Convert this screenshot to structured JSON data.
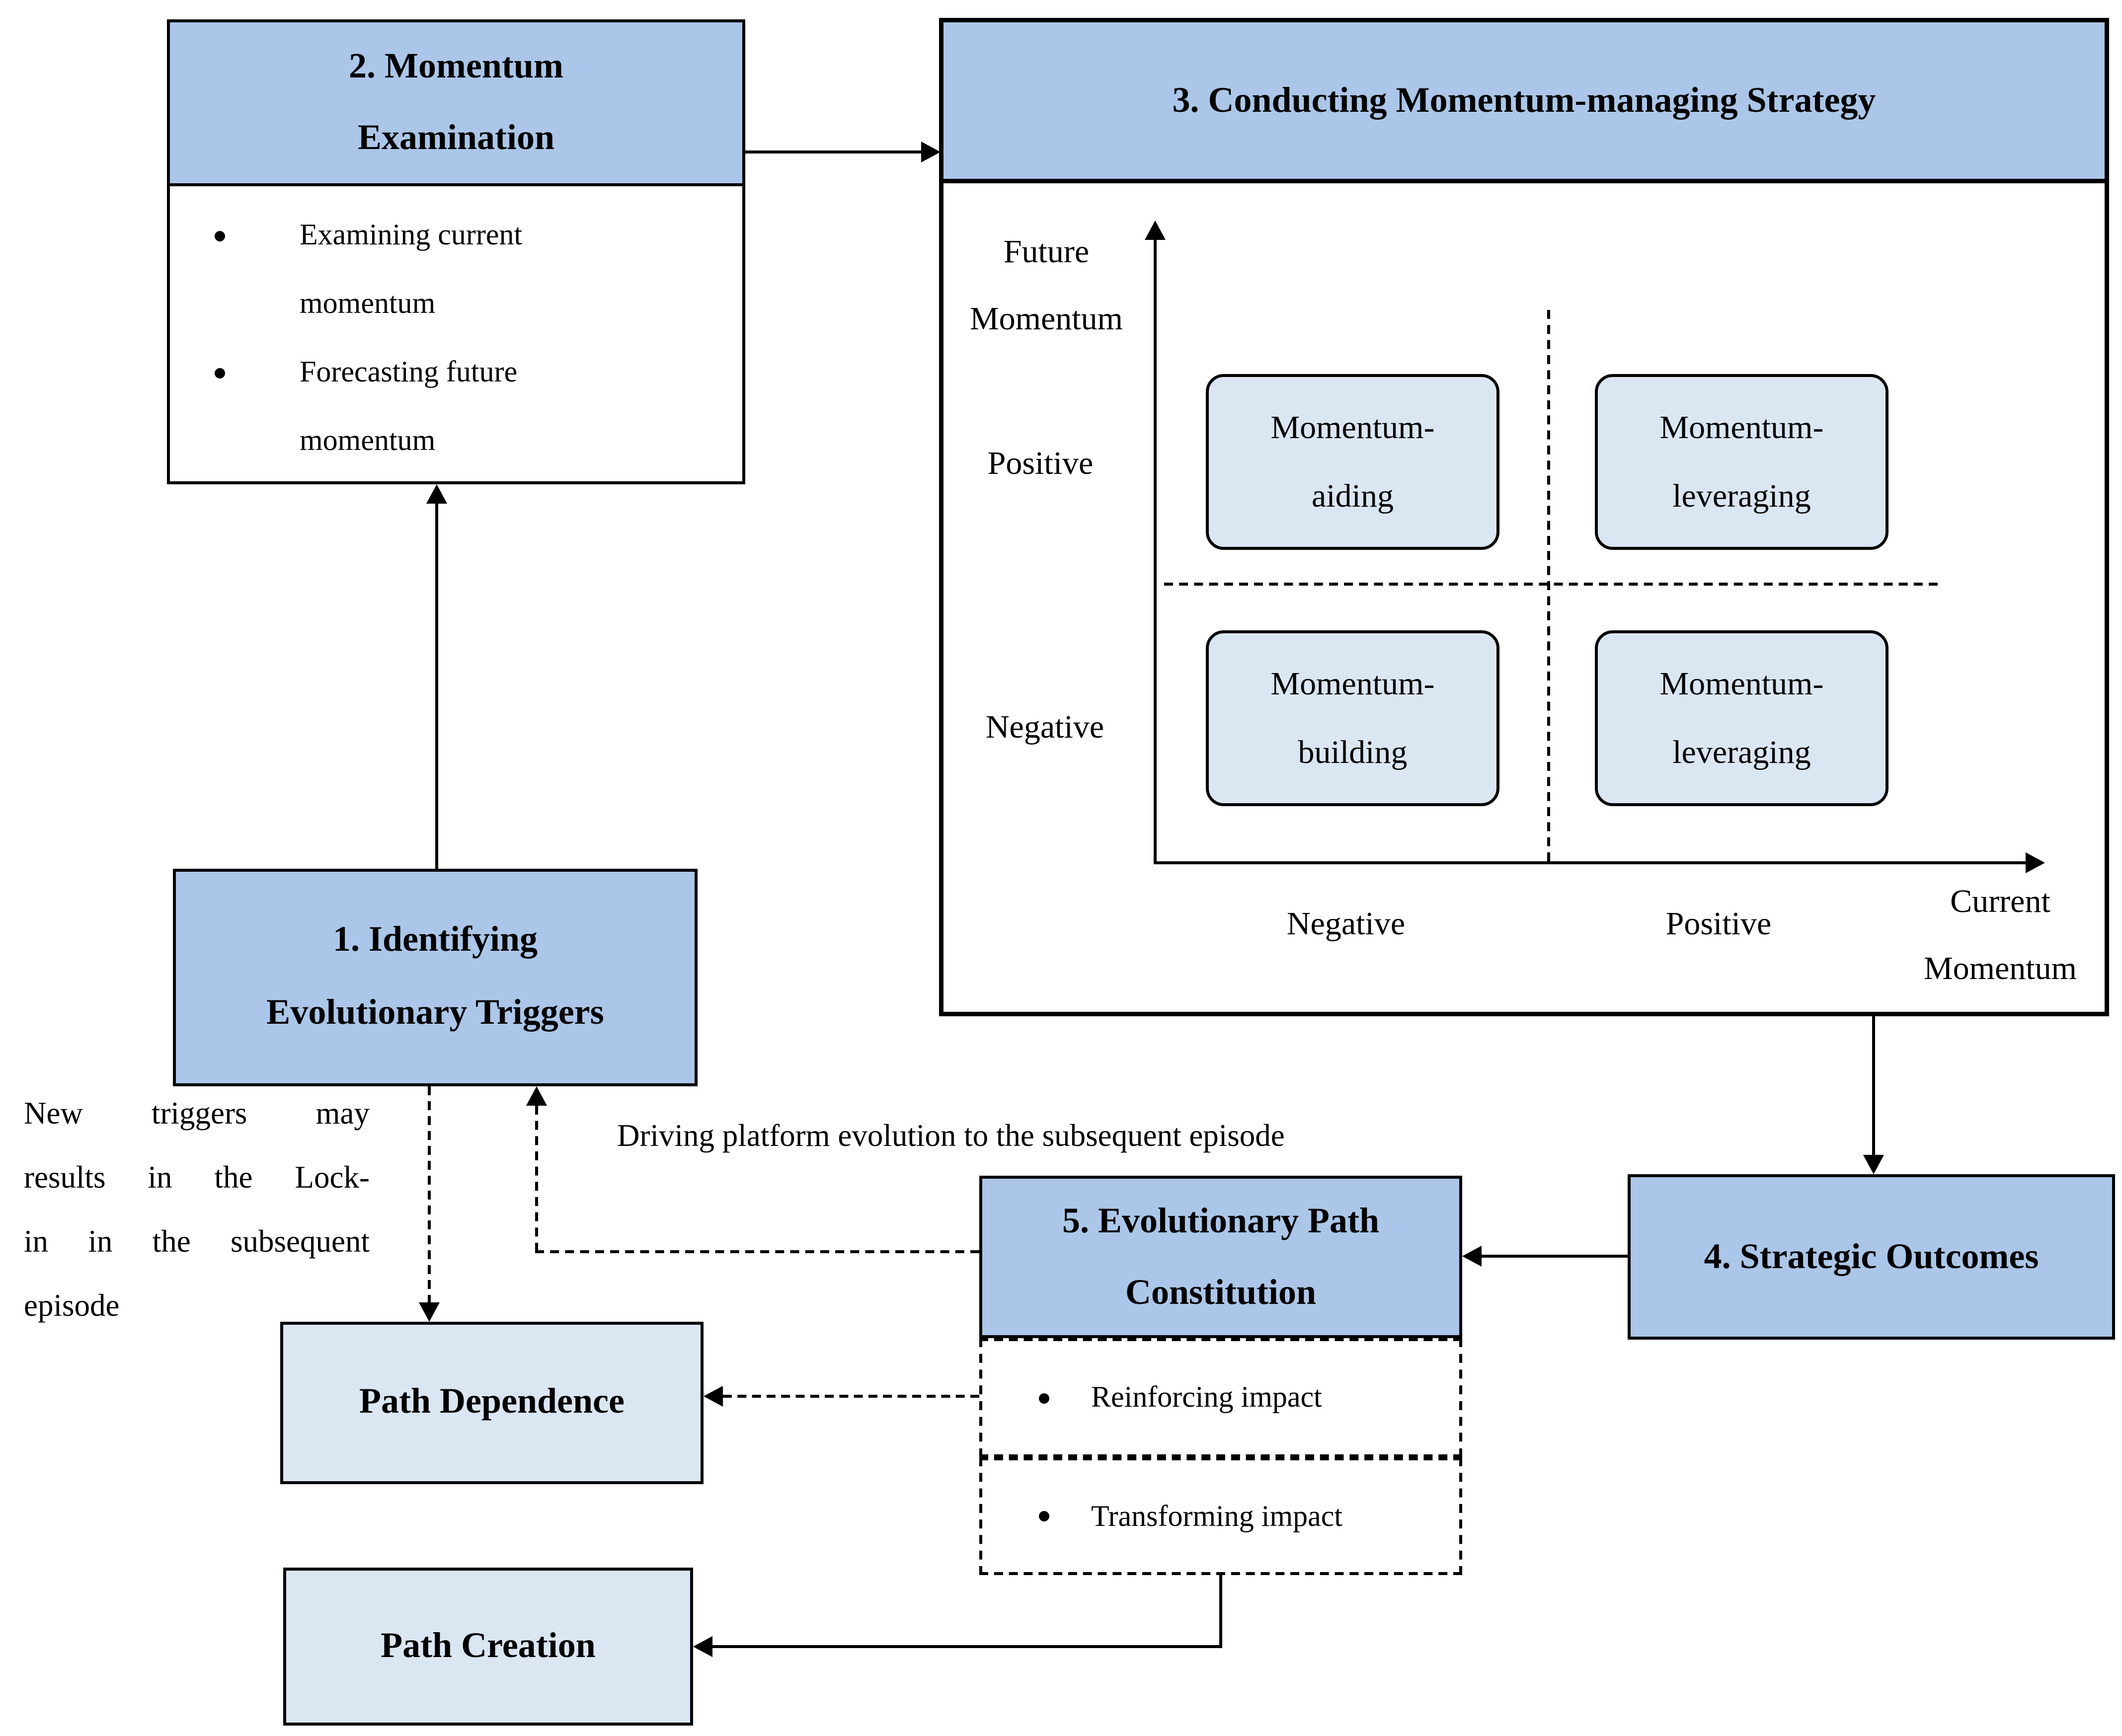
{
  "colors": {
    "header_fill": "#abc6e8",
    "light_fill": "#dbe6f3",
    "border": "#000000",
    "background": "#ffffff"
  },
  "boxes": {
    "examination": {
      "title_lines": [
        "2. Momentum",
        "Examination"
      ],
      "bullets": [
        "Examining current momentum",
        "Forecasting future momentum"
      ]
    },
    "strategy": {
      "title": "3. Conducting Momentum-managing Strategy"
    },
    "triggers": {
      "title_lines": [
        "1. Identifying",
        "Evolutionary Triggers"
      ]
    },
    "outcomes": {
      "title": "4. Strategic Outcomes"
    },
    "constitution": {
      "title_lines": [
        "5. Evolutionary Path",
        "Constitution"
      ],
      "bullets": [
        "Reinforcing impact",
        "Transforming impact"
      ]
    },
    "path_dependence": {
      "title": "Path Dependence"
    },
    "path_creation": {
      "title": "Path Creation"
    }
  },
  "matrix": {
    "y_axis_title_lines": [
      "Future",
      "Momentum"
    ],
    "x_axis_title_lines": [
      "Current",
      "Momentum"
    ],
    "y_tick_labels": [
      "Positive",
      "Negative"
    ],
    "x_tick_labels": [
      "Negative",
      "Positive"
    ],
    "quadrants": {
      "top_left_lines": [
        "Momentum-",
        "aiding"
      ],
      "top_right_lines": [
        "Momentum-",
        "leveraging"
      ],
      "bottom_left_lines": [
        "Momentum-",
        "building"
      ],
      "bottom_right_lines": [
        "Momentum-",
        "leveraging"
      ]
    }
  },
  "annotations": {
    "lock_in_lines": [
      "New triggers may",
      "results in the Lock-",
      "in in the subsequent",
      "episode"
    ],
    "driving_note": "Driving platform evolution to the subsequent episode"
  }
}
